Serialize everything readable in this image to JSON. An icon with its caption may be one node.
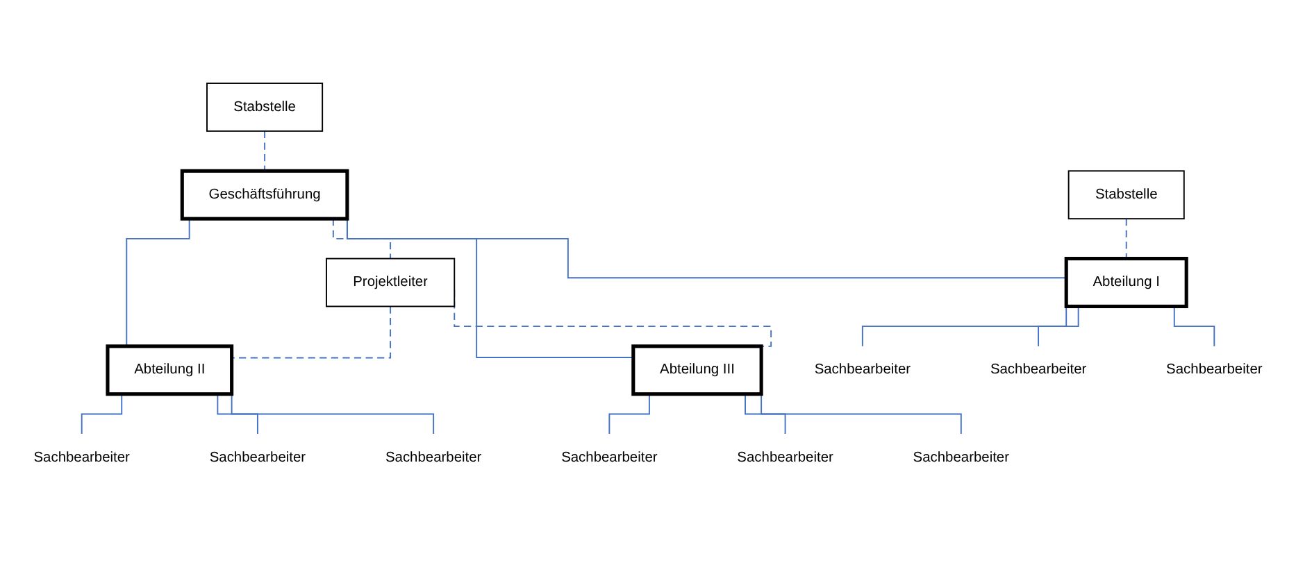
{
  "diagram": {
    "nodes": [
      {
        "text": [
          "Stabstelle"
        ]
      },
      {
        "text": [
          "Geschäftsführung"
        ]
      },
      {
        "text": [
          "Projektleiter"
        ]
      },
      {
        "text": [
          "Stabstelle"
        ]
      },
      {
        "text": [
          "Abteilung I"
        ]
      },
      {
        "text": [
          "Abteilung II"
        ]
      },
      {
        "text": [
          "Abteilung III"
        ]
      },
      {
        "text": [
          "Sachbearbeiter"
        ]
      },
      {
        "text": [
          "Sachbearbeiter"
        ]
      },
      {
        "text": [
          "Sachbearbeiter"
        ]
      },
      {
        "text": [
          "Sachbearbeiter"
        ]
      },
      {
        "text": [
          "Sachbearbeiter"
        ]
      },
      {
        "text": [
          "Sachbearbeiter"
        ]
      },
      {
        "text": [
          "Sachbearbeiter"
        ]
      },
      {
        "text": [
          "Sachbearbeiter"
        ]
      },
      {
        "text": [
          "Sachbearbeiter"
        ]
      }
    ],
    "edges": [
      {
        "from": 0,
        "to": 1,
        "arrow": "none",
        "style": "dashed"
      },
      {
        "from": 1,
        "to": 2,
        "arrow": "none",
        "style": "dashed"
      },
      {
        "from": 1,
        "to": 4,
        "arrow": "none"
      },
      {
        "from": 1,
        "to": 5,
        "arrow": "none"
      },
      {
        "from": 1,
        "to": 6,
        "arrow": "none"
      },
      {
        "from": 3,
        "to": 4,
        "arrow": "none",
        "style": "dashed"
      },
      {
        "from": 2,
        "to": 5,
        "arrow": "none",
        "style": "dashed"
      },
      {
        "from": 2,
        "to": 6,
        "arrow": "none",
        "style": "dashed"
      },
      {
        "from": 4,
        "to": 7,
        "arrow": "none"
      },
      {
        "from": 4,
        "to": 8,
        "arrow": "none"
      },
      {
        "from": 4,
        "to": 9,
        "arrow": "none"
      },
      {
        "from": 5,
        "to": 10,
        "arrow": "none"
      },
      {
        "from": 5,
        "to": 11,
        "arrow": "none"
      },
      {
        "from": 5,
        "to": 12,
        "arrow": "none"
      },
      {
        "from": 6,
        "to": 13,
        "arrow": "none"
      },
      {
        "from": 6,
        "to": 14,
        "arrow": "none"
      },
      {
        "from": 6,
        "to": 15,
        "arrow": "none"
      }
    ]
  }
}
